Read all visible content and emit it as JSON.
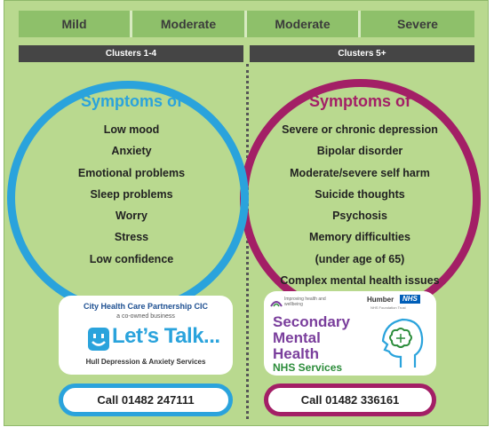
{
  "severity": [
    "Mild",
    "Moderate",
    "Moderate",
    "Severe"
  ],
  "clusters": {
    "left": "Clusters 1-4",
    "right": "Clusters 5+"
  },
  "left": {
    "title": "Symptoms of",
    "items": [
      "Low mood",
      "Anxiety",
      "Emotional problems",
      "Sleep problems",
      "Worry",
      "Stress",
      "Low confidence"
    ],
    "logo": {
      "org": "City Health Care Partnership CIC",
      "tagline": "a co-owned business",
      "brand": "Let’s Talk...",
      "sub": "Hull Depression & Anxiety Services"
    },
    "call": "Call 01482 247111"
  },
  "right": {
    "title": "Symptoms of",
    "items": [
      "Severe or chronic depression",
      "Bipolar disorder",
      "Moderate/severe self harm",
      "Suicide thoughts",
      "Psychosis",
      "Memory difficulties",
      "(under age of 65)",
      "Complex mental health issues"
    ],
    "logo": {
      "org_small": "Improving health and wellbeing",
      "trust": "Humber",
      "nhs": "NHS",
      "trust_sub": "NHS Foundation Trust",
      "line1": "Secondary",
      "line2": "Mental",
      "line3": "Health",
      "line4": "NHS Services"
    },
    "call": "Call 01482 336161"
  },
  "colors": {
    "background": "#b9d98f",
    "severity_bar": "#8ec06a",
    "cluster_bar": "#454545",
    "left_accent": "#2aa3dc",
    "right_accent": "#a31f66",
    "logo_green": "#2b8c3a"
  }
}
